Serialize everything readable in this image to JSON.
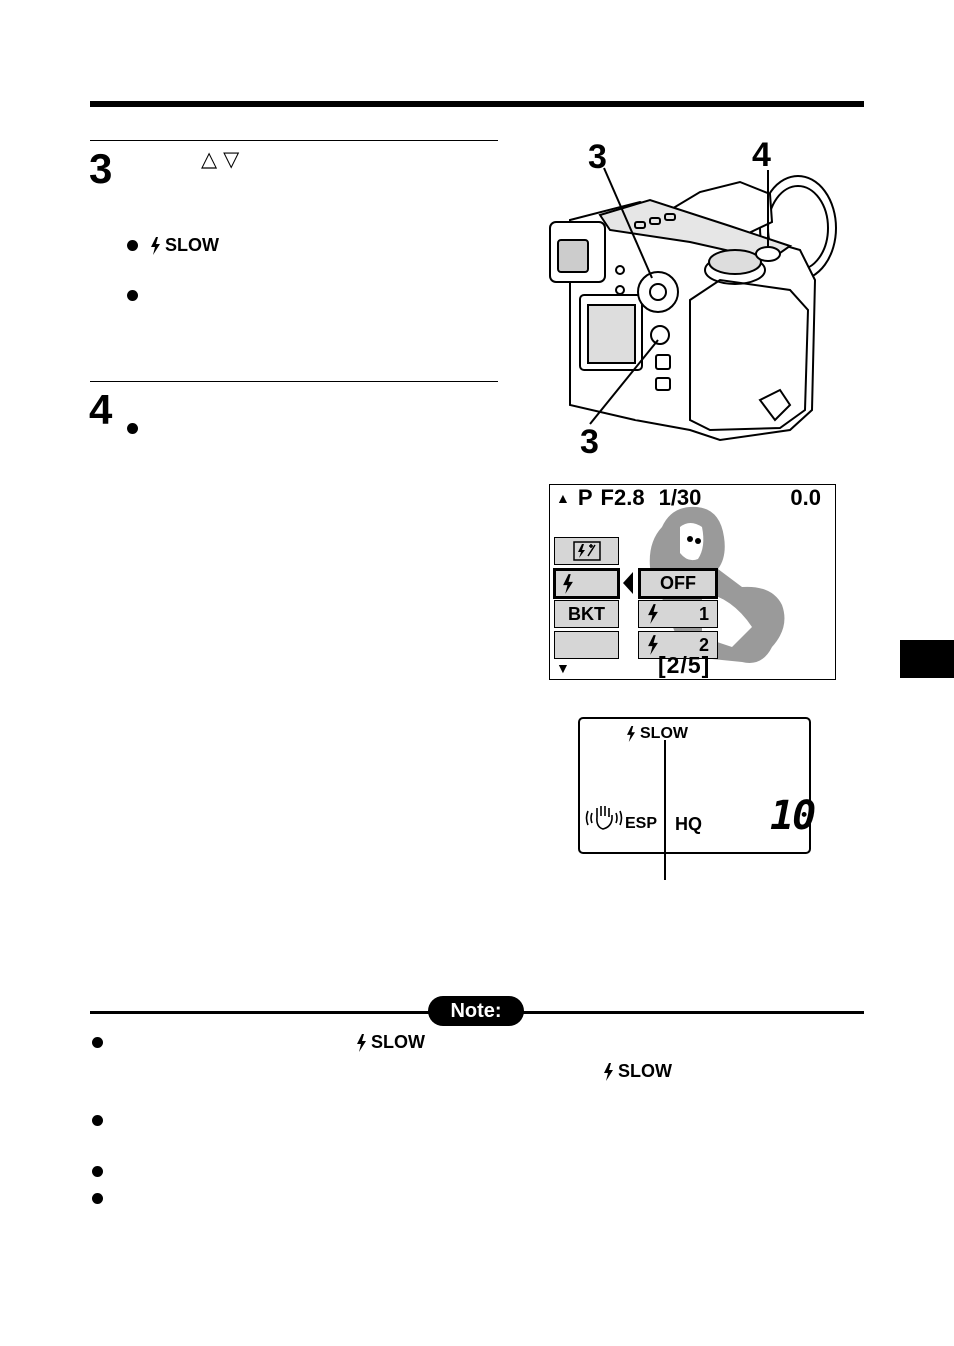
{
  "steps": [
    {
      "number": "3",
      "arrows": [
        "△",
        "▽"
      ],
      "mode_label": "SLOW"
    },
    {
      "number": "4"
    }
  ],
  "camera_figure": {
    "callouts": [
      "3",
      "4",
      "3"
    ]
  },
  "lcd_menu": {
    "mode": "P",
    "aperture": "F2.8",
    "shutter": "1/30",
    "exposure_comp": "0.0",
    "left_items": [
      "",
      "",
      "BKT",
      ""
    ],
    "options": [
      "OFF",
      "1",
      "2"
    ],
    "page_counter": "[2/5]"
  },
  "control_panel": {
    "flash_label": "SLOW",
    "metering": "ESP",
    "quality": "HQ",
    "frames_remaining": "10"
  },
  "note": {
    "title": "Note:",
    "slow_label_1": "SLOW",
    "slow_label_2": "SLOW"
  }
}
